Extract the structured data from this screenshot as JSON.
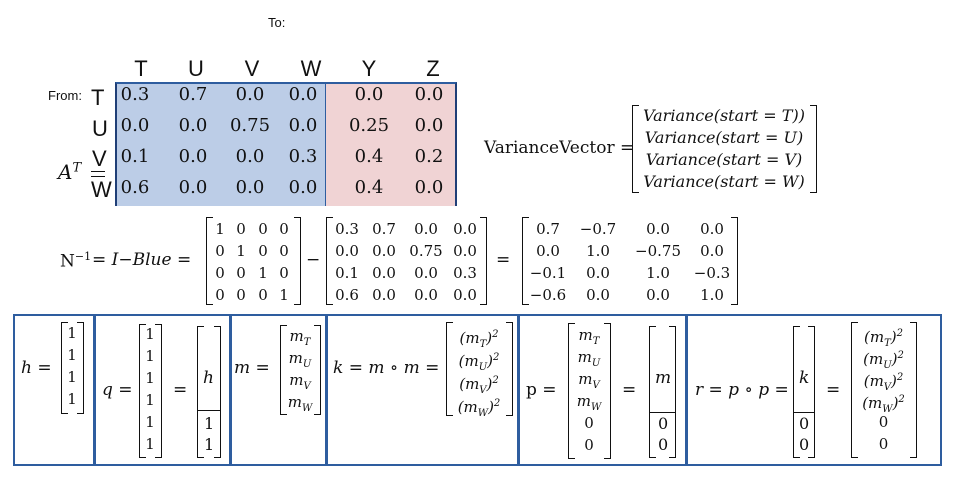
{
  "to_label": "To:",
  "from_label": "From:",
  "col_headers": [
    "T",
    "U",
    "V",
    "W",
    "Y",
    "Z"
  ],
  "row_headers": [
    "T",
    "U",
    "V",
    "W"
  ],
  "a_transpose": "A",
  "a_sup": "T",
  "matrix_rows": [
    [
      "0.3",
      "0.7",
      "0.0",
      "0.0",
      "0.0",
      "0.0"
    ],
    [
      "0.0",
      "0.0",
      "0.75",
      "0.0",
      "0.25",
      "0.0"
    ],
    [
      "0.1",
      "0.0",
      "0.0",
      "0.3",
      "0.4",
      "0.2"
    ],
    [
      "0.6",
      "0.0",
      "0.0",
      "0.0",
      "0.4",
      "0.0"
    ]
  ],
  "colors": {
    "blue": "#bccde7",
    "pink": "#f0d3d4",
    "box_border": "#2e5d9f"
  },
  "variance": {
    "label": "VarianceVector =",
    "entries": [
      "Variance(start = T))",
      "Variance(start = U)",
      "Variance(start = V)",
      "Variance(start = W)"
    ]
  },
  "ninv": {
    "lhs": "N",
    "lhs_sup": "−1",
    "eq1": "= I−Blue =",
    "identity": [
      [
        "1",
        "0",
        "0",
        "0"
      ],
      [
        "0",
        "1",
        "0",
        "0"
      ],
      [
        "0",
        "0",
        "1",
        "0"
      ],
      [
        "0",
        "0",
        "0",
        "1"
      ]
    ],
    "minus": "−",
    "blue": [
      [
        "0.3",
        "0.7",
        "0.0",
        "0.0"
      ],
      [
        "0.0",
        "0.0",
        "0.75",
        "0.0"
      ],
      [
        "0.1",
        "0.0",
        "0.0",
        "0.3"
      ],
      [
        "0.6",
        "0.0",
        "0.0",
        "0.0"
      ]
    ],
    "eq2": "=",
    "result": [
      [
        "0.7",
        "−0.7",
        "0.0",
        "0.0"
      ],
      [
        "0.0",
        "1.0",
        "−0.75",
        "0.0"
      ],
      [
        "−0.1",
        "0.0",
        "1.0",
        "−0.3"
      ],
      [
        "−0.6",
        "0.0",
        "0.0",
        "1.0"
      ]
    ]
  },
  "bottom": {
    "h_label": "h =",
    "h_vec": [
      "1",
      "1",
      "1",
      "1"
    ],
    "q_label": "q =",
    "q_vec": [
      "1",
      "1",
      "1",
      "1",
      "1",
      "1"
    ],
    "q_eq": "=",
    "q_block_top": "h",
    "q_block_bottom": [
      "1",
      "1"
    ],
    "m_label": "m =",
    "m_vec": [
      "m_T",
      "m_U",
      "m_V",
      "m_W"
    ],
    "k_label": "k = m ∘ m =",
    "k_vec": [
      "(m_T)²",
      "(m_U)²",
      "(m_V)²",
      "(m_W)²"
    ],
    "p_label": "p =",
    "p_vec": [
      "m_T",
      "m_U",
      "m_V",
      "m_W",
      "0",
      "0"
    ],
    "p_eq": "=",
    "p_block_top": "m",
    "p_block_bottom": [
      "0",
      "0"
    ],
    "r_label": "r = p ∘ p =",
    "r_block_top": "k",
    "r_block_bottom": [
      "0",
      "0"
    ],
    "r_eq": "=",
    "r_vec": [
      "(m_T)²",
      "(m_U)²",
      "(m_V)²",
      "(m_W)²",
      "0",
      "0"
    ]
  }
}
